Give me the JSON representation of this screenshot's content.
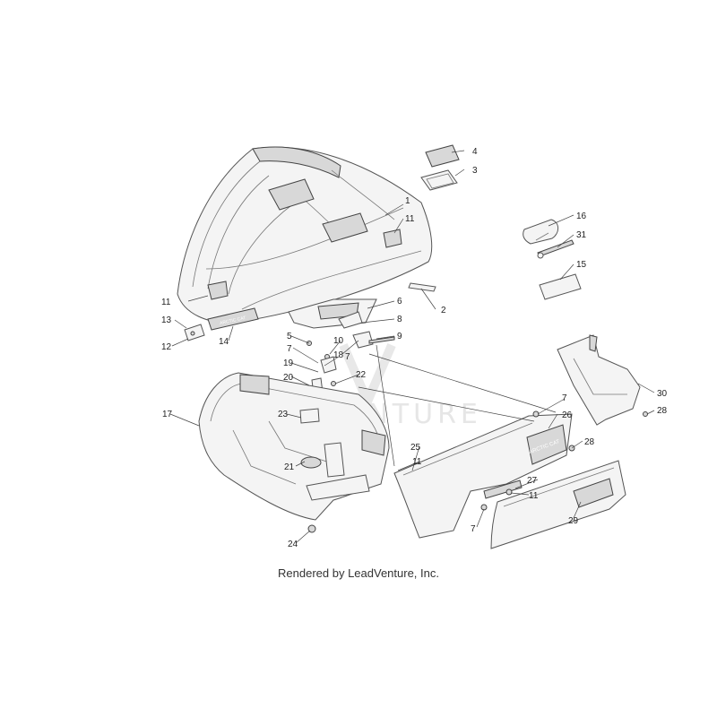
{
  "watermark": "LEADVENTURE",
  "credit": "Rendered by LeadVenture, Inc.",
  "decals": {
    "hood": "ARCTIC CAT",
    "side": "ARCTIC CAT"
  },
  "callouts": [
    "4",
    "3",
    "1",
    "11",
    "16",
    "31",
    "15",
    "11",
    "2",
    "6",
    "13",
    "8",
    "12",
    "14",
    "5",
    "9",
    "10",
    "7",
    "7",
    "18",
    "19",
    "22",
    "20",
    "23",
    "17",
    "7",
    "30",
    "26",
    "28",
    "25",
    "11",
    "28",
    "21",
    "27",
    "11",
    "7",
    "29",
    "24"
  ]
}
